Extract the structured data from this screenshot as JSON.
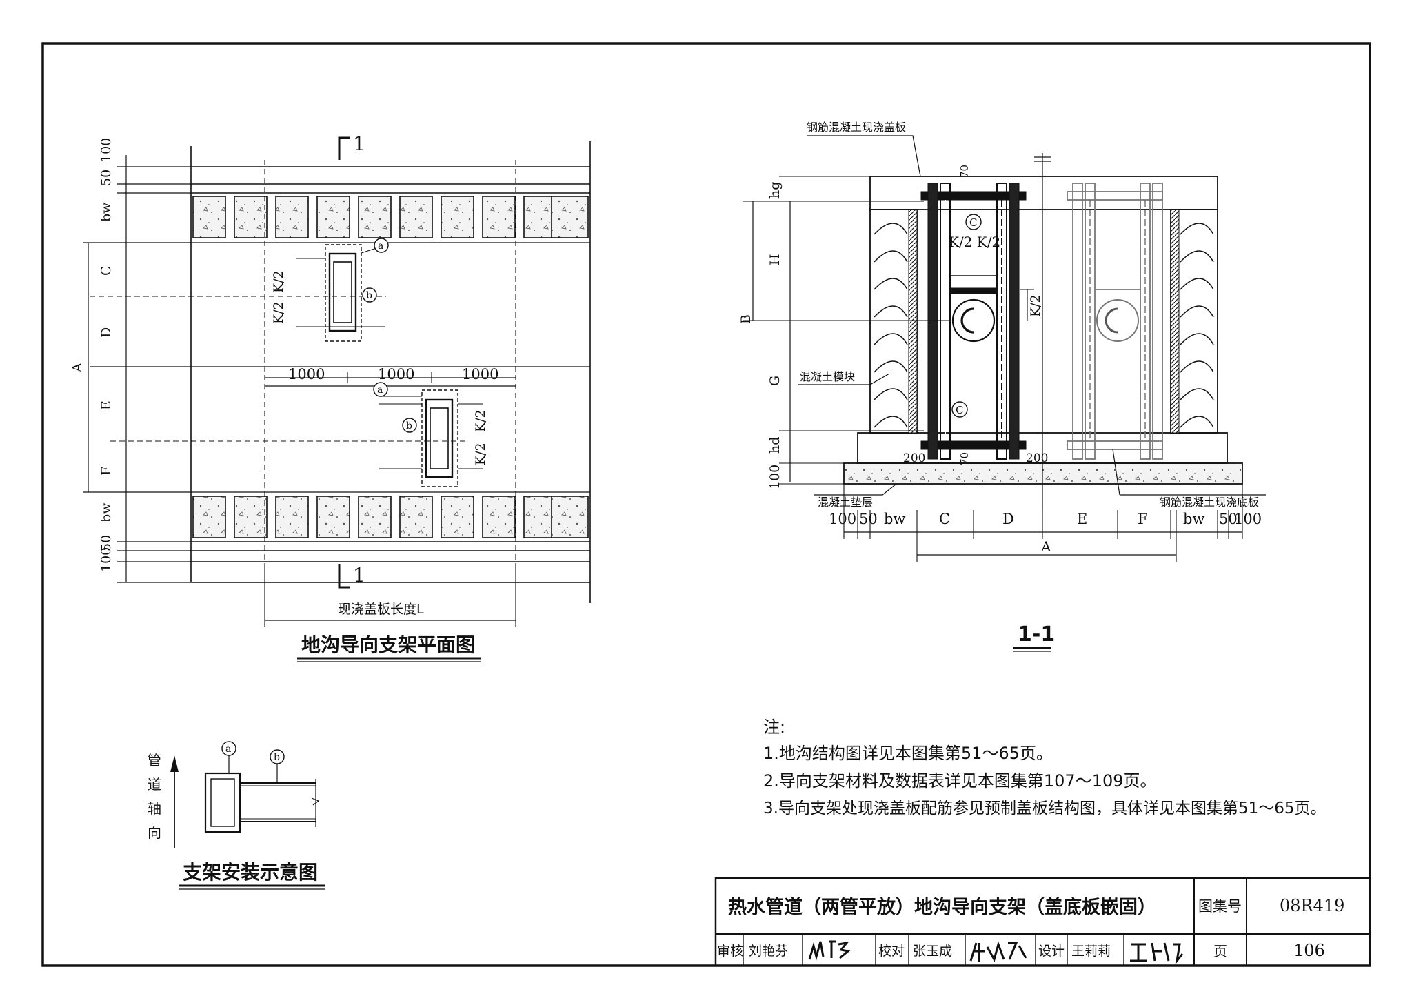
{
  "plan": {
    "section_mark": "1",
    "dims_left": [
      "100",
      "50",
      "bw",
      "C",
      "D",
      "A",
      "E",
      "F",
      "bw",
      "50",
      "100"
    ],
    "kk": "K/2",
    "spacing": [
      "1000",
      "1000",
      "1000"
    ],
    "length_label": "现浇盖板长度L",
    "callout_a": "a",
    "callout_b": "b",
    "title": "地沟导向支架平面图"
  },
  "section": {
    "labels": {
      "cover": "钢筋混凝土现浇盖板",
      "block": "混凝土模块",
      "cushion": "混凝土垫层",
      "base": "钢筋混凝土现浇底板"
    },
    "dims_left": [
      "hg",
      "H",
      "B",
      "G",
      "hd",
      "100"
    ],
    "dims_bottom": [
      "100",
      "50",
      "bw",
      "C",
      "D",
      "E",
      "F",
      "bw",
      "50",
      "100"
    ],
    "dim_A": "A",
    "kk_top": "K/2 K/2",
    "kk_mid": "K/2",
    "c_mark": "C",
    "dim_70_top": "70",
    "dim_70_bot": "70",
    "dim_200_l": "200",
    "dim_200_r": "200",
    "title": "1-1"
  },
  "install": {
    "axis_label": [
      "管",
      "道",
      "轴",
      "向"
    ],
    "callout_a": "a",
    "callout_b": "b",
    "title": "支架安装示意图"
  },
  "notes": {
    "heading": "注:",
    "items": [
      "1.地沟结构图详见本图集第51～65页。",
      "2.导向支架材料及数据表详见本图集第107～109页。",
      "3.导向支架处现浇盖板配筋参见预制盖板结构图，具体详见本图集第51～65页。"
    ]
  },
  "titleblock": {
    "title": "热水管道（两管平放）地沟导向支架（盖底板嵌固）",
    "atlas_label": "图集号",
    "atlas_no": "08R419",
    "review_label": "审核",
    "reviewer": "刘艳芬",
    "check_label": "校对",
    "checker": "张玉成",
    "design_label": "设计",
    "designer": "王莉莉",
    "page_label": "页",
    "page_no": "106"
  }
}
